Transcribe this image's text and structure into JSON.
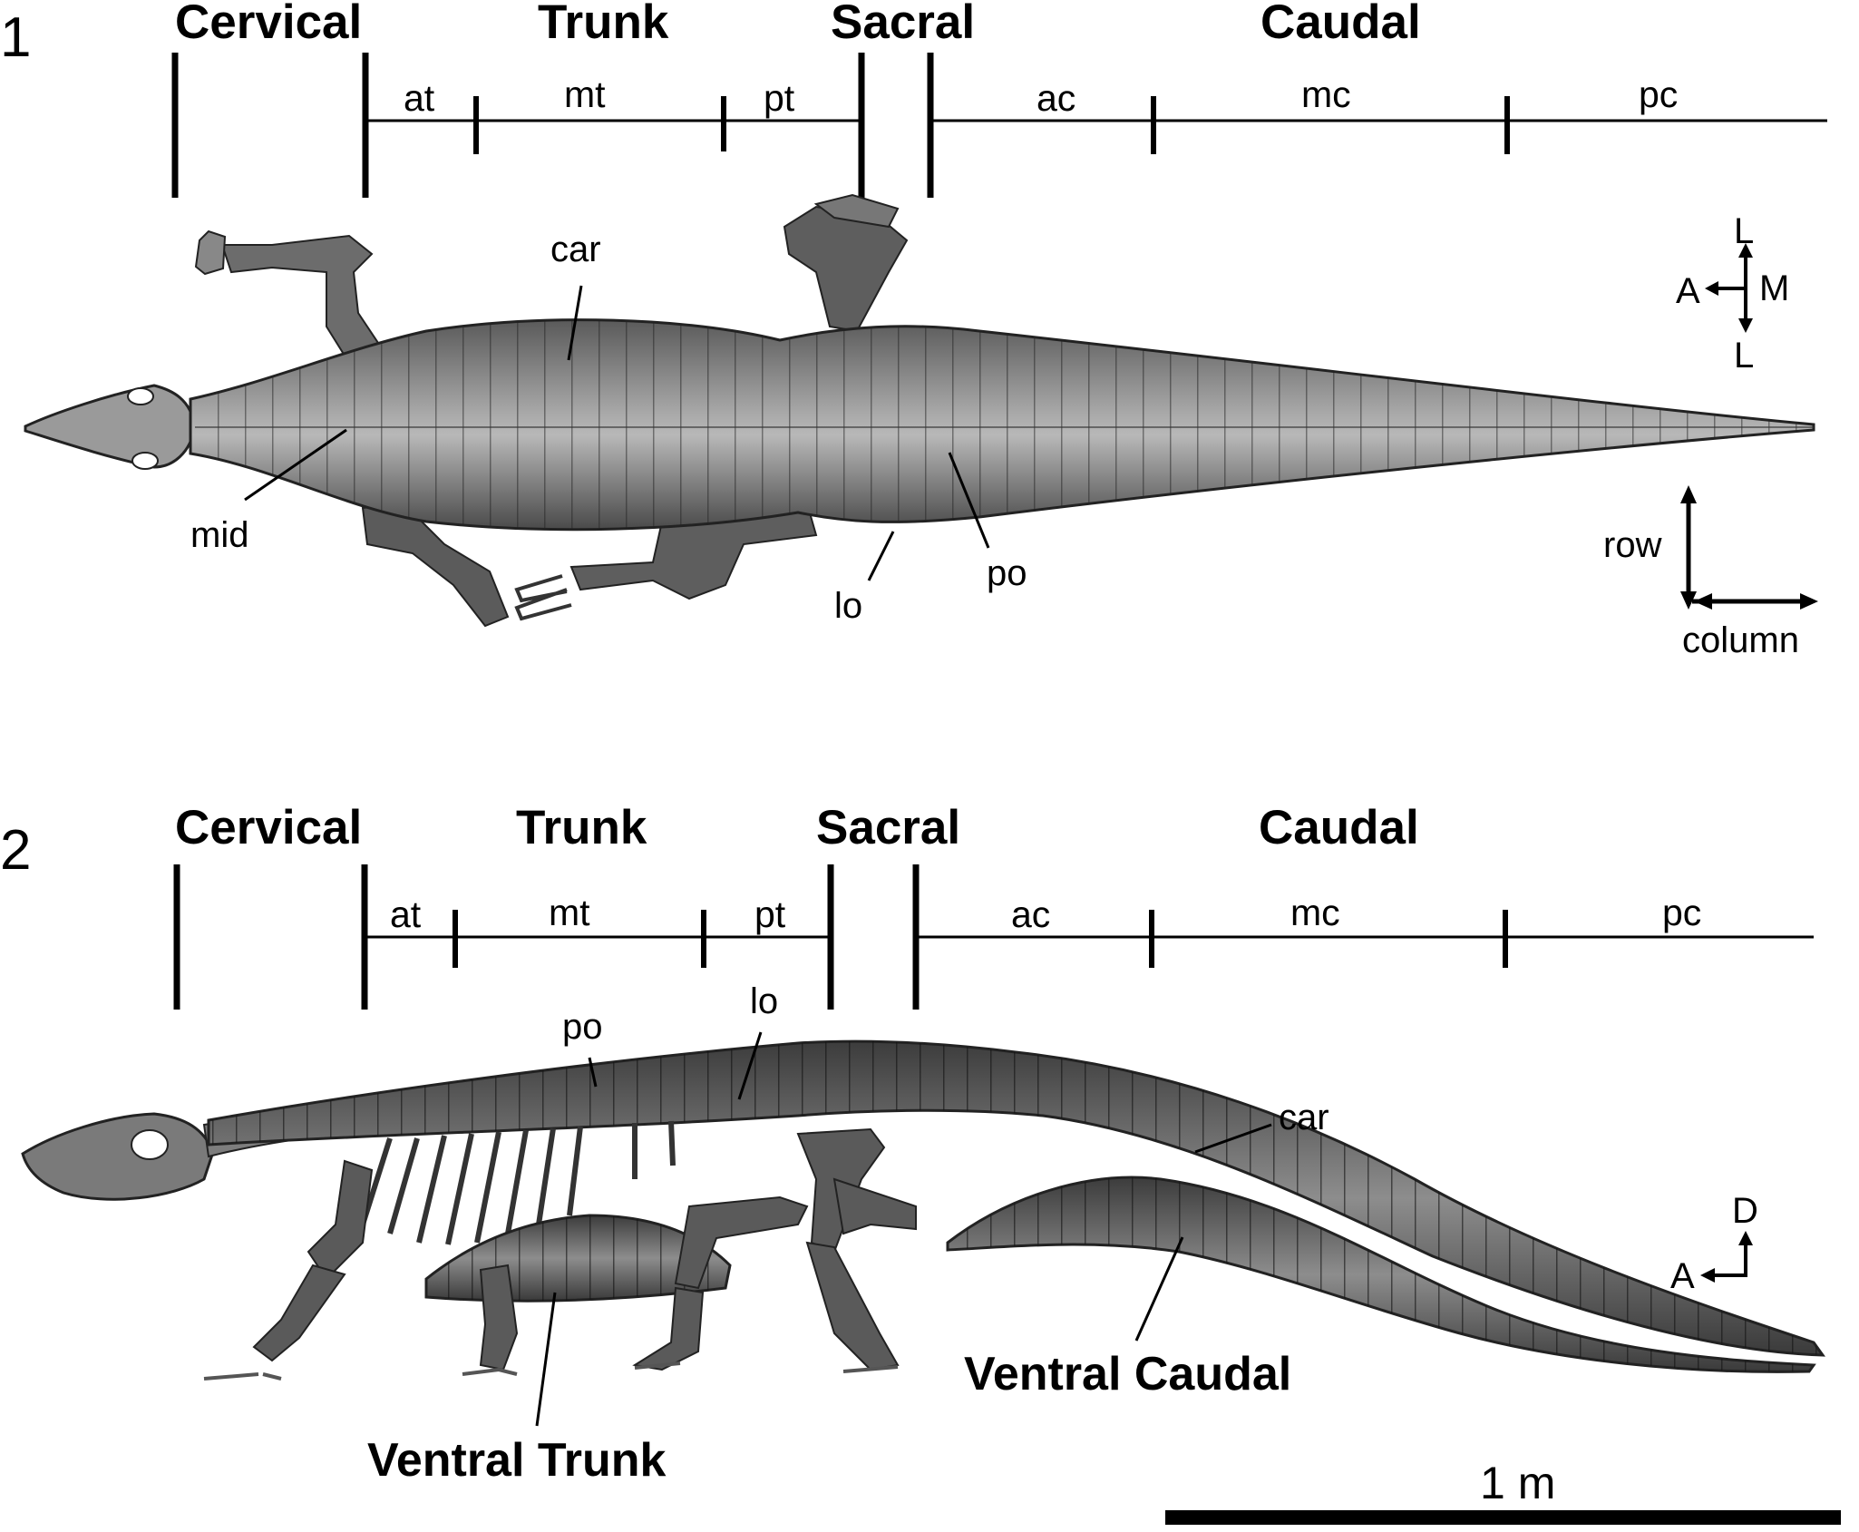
{
  "panel1": {
    "number": "1",
    "regions": [
      "Cervical",
      "Trunk",
      "Sacral",
      "Caudal"
    ],
    "subregions": [
      "at",
      "mt",
      "pt",
      "ac",
      "mc",
      "pc"
    ],
    "labels": {
      "car": "car",
      "mid": "mid",
      "lo": "lo",
      "po": "po"
    },
    "compass": {
      "top": "L",
      "left": "A",
      "right": "M",
      "bottom": "L"
    },
    "axes": {
      "vertical": "row",
      "horizontal": "column"
    }
  },
  "panel2": {
    "number": "2",
    "regions": [
      "Cervical",
      "Trunk",
      "Sacral",
      "Caudal"
    ],
    "subregions": [
      "at",
      "mt",
      "pt",
      "ac",
      "mc",
      "pc"
    ],
    "labels": {
      "po": "po",
      "lo": "lo",
      "car": "car",
      "ventral_trunk": "Ventral Trunk",
      "ventral_caudal": "Ventral Caudal"
    },
    "compass": {
      "top": "D",
      "left": "A"
    }
  },
  "scalebar": {
    "label": "1 m"
  }
}
